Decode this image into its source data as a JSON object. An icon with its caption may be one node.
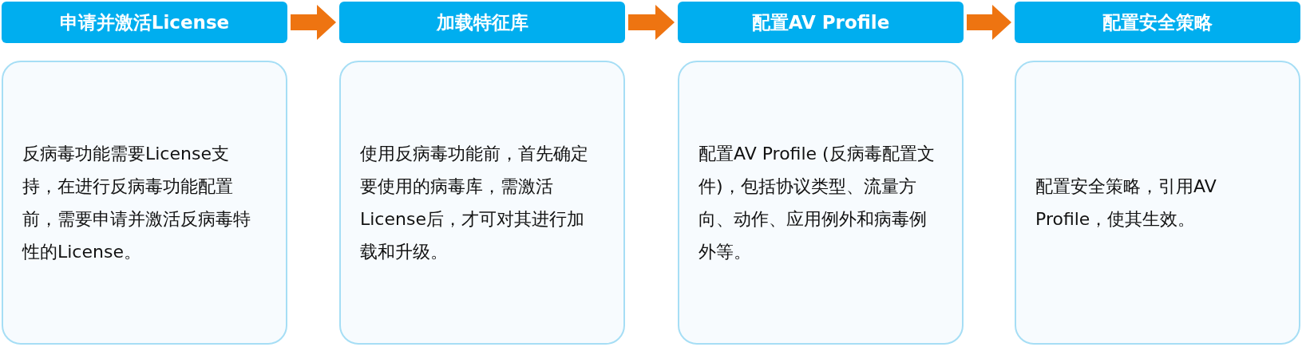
{
  "diagram": {
    "nodes": [
      {
        "text": [
          "申请并激活License"
        ]
      },
      {
        "text": [
          "加载特征库"
        ]
      },
      {
        "text": [
          "配置AV Profile"
        ]
      },
      {
        "text": [
          "配置安全策略"
        ]
      },
      {
        "text": [
          "反病毒功能需要License支持，在进行反病毒功能配置前，需要申请并激活反病毒特性的License。"
        ]
      },
      {
        "text": [
          "使用反病毒功能前，首先确定要使用的病毒库，需激活License后，才可对其进行加载和升级。"
        ]
      },
      {
        "text": [
          "配置AV Profile (反病毒配置文件)，包括协议类型、流量方向、动作、应用例外和病毒例外等。"
        ]
      },
      {
        "text": [
          "配置安全策略，引用AV Profile，使其生效。"
        ]
      }
    ],
    "edges": [
      {
        "from": 0,
        "to": 1,
        "arrow": "to"
      },
      {
        "from": 1,
        "to": 2,
        "arrow": "to"
      },
      {
        "from": 2,
        "to": 3,
        "arrow": "to"
      }
    ]
  }
}
